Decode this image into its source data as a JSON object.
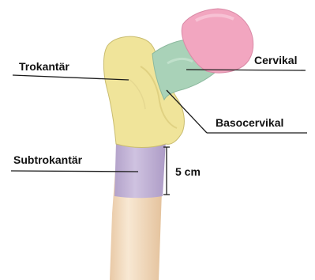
{
  "labels": {
    "trochanter": "Trokantär",
    "cervical": "Cervikal",
    "basocervical": "Basocervikal",
    "subtrochanter": "Subtrokantär",
    "distance": "5 cm"
  },
  "colors": {
    "femoral_head": "#f2a6c0",
    "neck_cervical": "#a9d2b8",
    "trochanter_region": "#f0e49a",
    "subtrochanter_region": "#c2b3d6",
    "shaft": "#f3dcc0",
    "outline": "#8a8064",
    "leader_line": "#1a1a1a"
  }
}
